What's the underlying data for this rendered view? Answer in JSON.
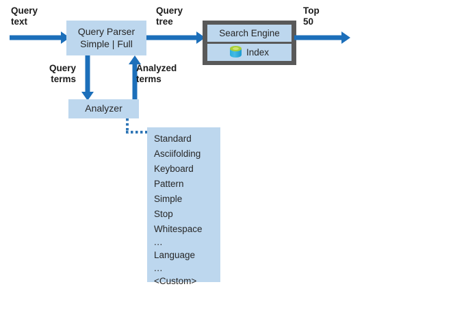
{
  "diagram": {
    "title": "Azure Cognitive Search query processing pipeline",
    "colors": {
      "box_fill": "#bdd7ee",
      "arrow_blue": "#1c6fba",
      "container_gray": "#595959",
      "dotted_blue": "#2e75b6",
      "text": "#262626",
      "db_icon_top": "#a8cf38",
      "db_icon_body": "#2aaede"
    },
    "nodes": {
      "query_parser": {
        "line1": "Query Parser",
        "line2": "Simple | Full"
      },
      "analyzer": {
        "label": "Analyzer"
      },
      "search_engine": {
        "label": "Search Engine"
      },
      "index": {
        "label": "Index",
        "icon": "database-cylinder-icon"
      }
    },
    "edge_labels": {
      "query_text": "Query\ntext",
      "query_tree": "Query\ntree",
      "top_50": "Top\n50",
      "query_terms": "Query\nterms",
      "analyzed_terms": "Analyzed\nterms"
    },
    "analyzer_list": {
      "items": [
        "Standard",
        "Asciifolding",
        "Keyboard",
        "Pattern",
        "Simple",
        "Stop",
        "Whitespace",
        "...",
        "Language",
        "...",
        "<Custom>"
      ]
    }
  }
}
